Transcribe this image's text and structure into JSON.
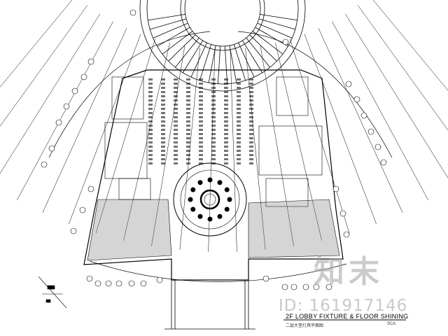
{
  "drawing": {
    "title": "2F LOBBY FIXTURE & FLOOR SHINING",
    "subtitle": "二层大堂灯具平面图",
    "scale_text": "SCA"
  },
  "watermark": {
    "brand": "知末",
    "id_text": "ID: 161917146"
  },
  "colors": {
    "line": "#000000",
    "background": "#ffffff",
    "watermark": "#a0a0a0"
  }
}
